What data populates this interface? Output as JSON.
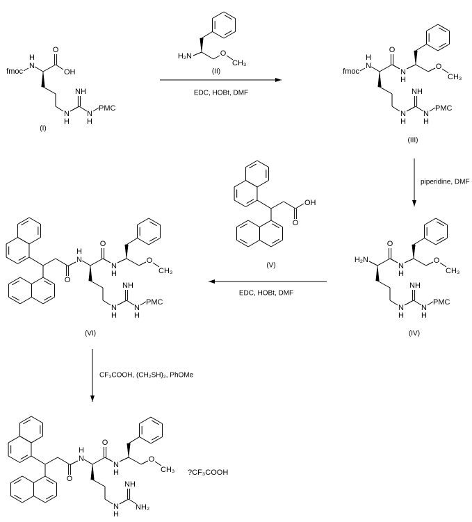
{
  "compounds": {
    "I": "(I)",
    "II": "(II)",
    "III": "(III)",
    "IV": "(IV)",
    "V": "(V)",
    "VI": "(VI)"
  },
  "reagents": {
    "step1": "EDC, HOBt, DMF",
    "step2": "piperidine, DMF",
    "step3": "EDC, HOBt, DMF",
    "step4": "CF₃COOH, (CH₂SH)₂, PhOMe"
  },
  "atoms": {
    "fmoc": "fmoc",
    "N": "N",
    "H": "H",
    "O": "O",
    "OH": "OH",
    "NH": "NH",
    "PMC": "PMC",
    "H2N": "H₂N",
    "CH3": "CH₃",
    "NH2": "NH₂"
  },
  "salt": "?CF₃COOH",
  "colors": {
    "ink": "#000000",
    "background": "#ffffff"
  }
}
